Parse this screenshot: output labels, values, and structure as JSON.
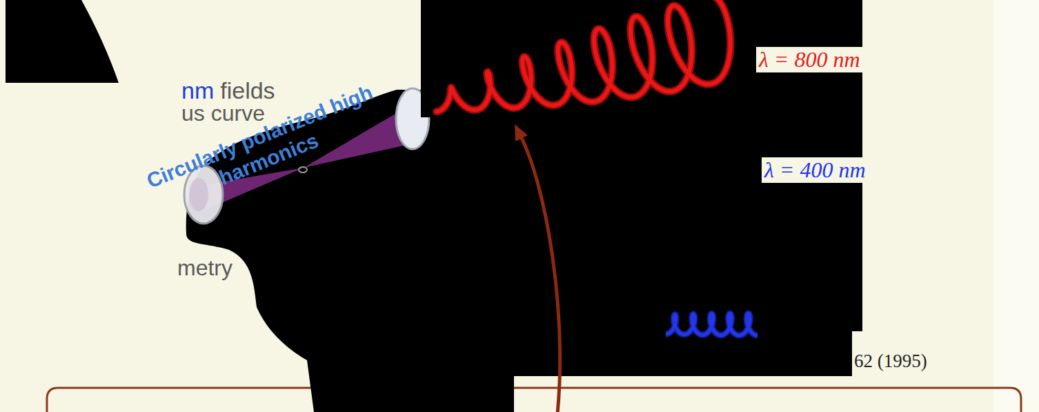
{
  "diagram": {
    "labels": [
      "nm",
      "fields",
      "us curve",
      "metry",
      "Circularly polarized high harmonics",
      "λ = 800 nm",
      "λ = 400 nm",
      "62 (1995)"
    ]
  }
}
